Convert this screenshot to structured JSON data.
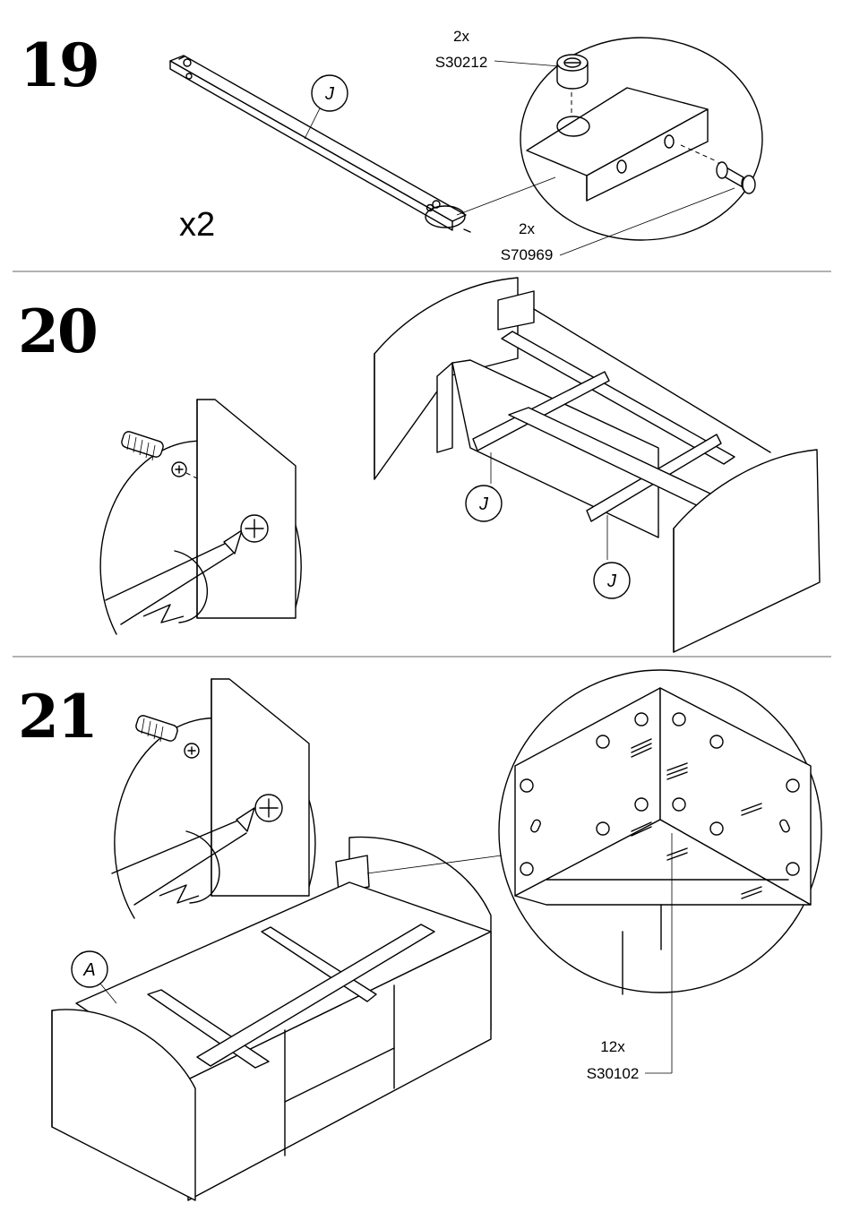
{
  "steps": [
    {
      "number": "19",
      "multiplier": "x2",
      "part_badge": "J",
      "callouts": [
        {
          "qty": "2x",
          "code": "S30212"
        },
        {
          "qty": "2x",
          "code": "S70969"
        }
      ]
    },
    {
      "number": "20",
      "part_badges": [
        "J",
        "J"
      ]
    },
    {
      "number": "21",
      "part_badge": "A",
      "callouts": [
        {
          "qty": "12x",
          "code": "S30102"
        }
      ]
    }
  ]
}
